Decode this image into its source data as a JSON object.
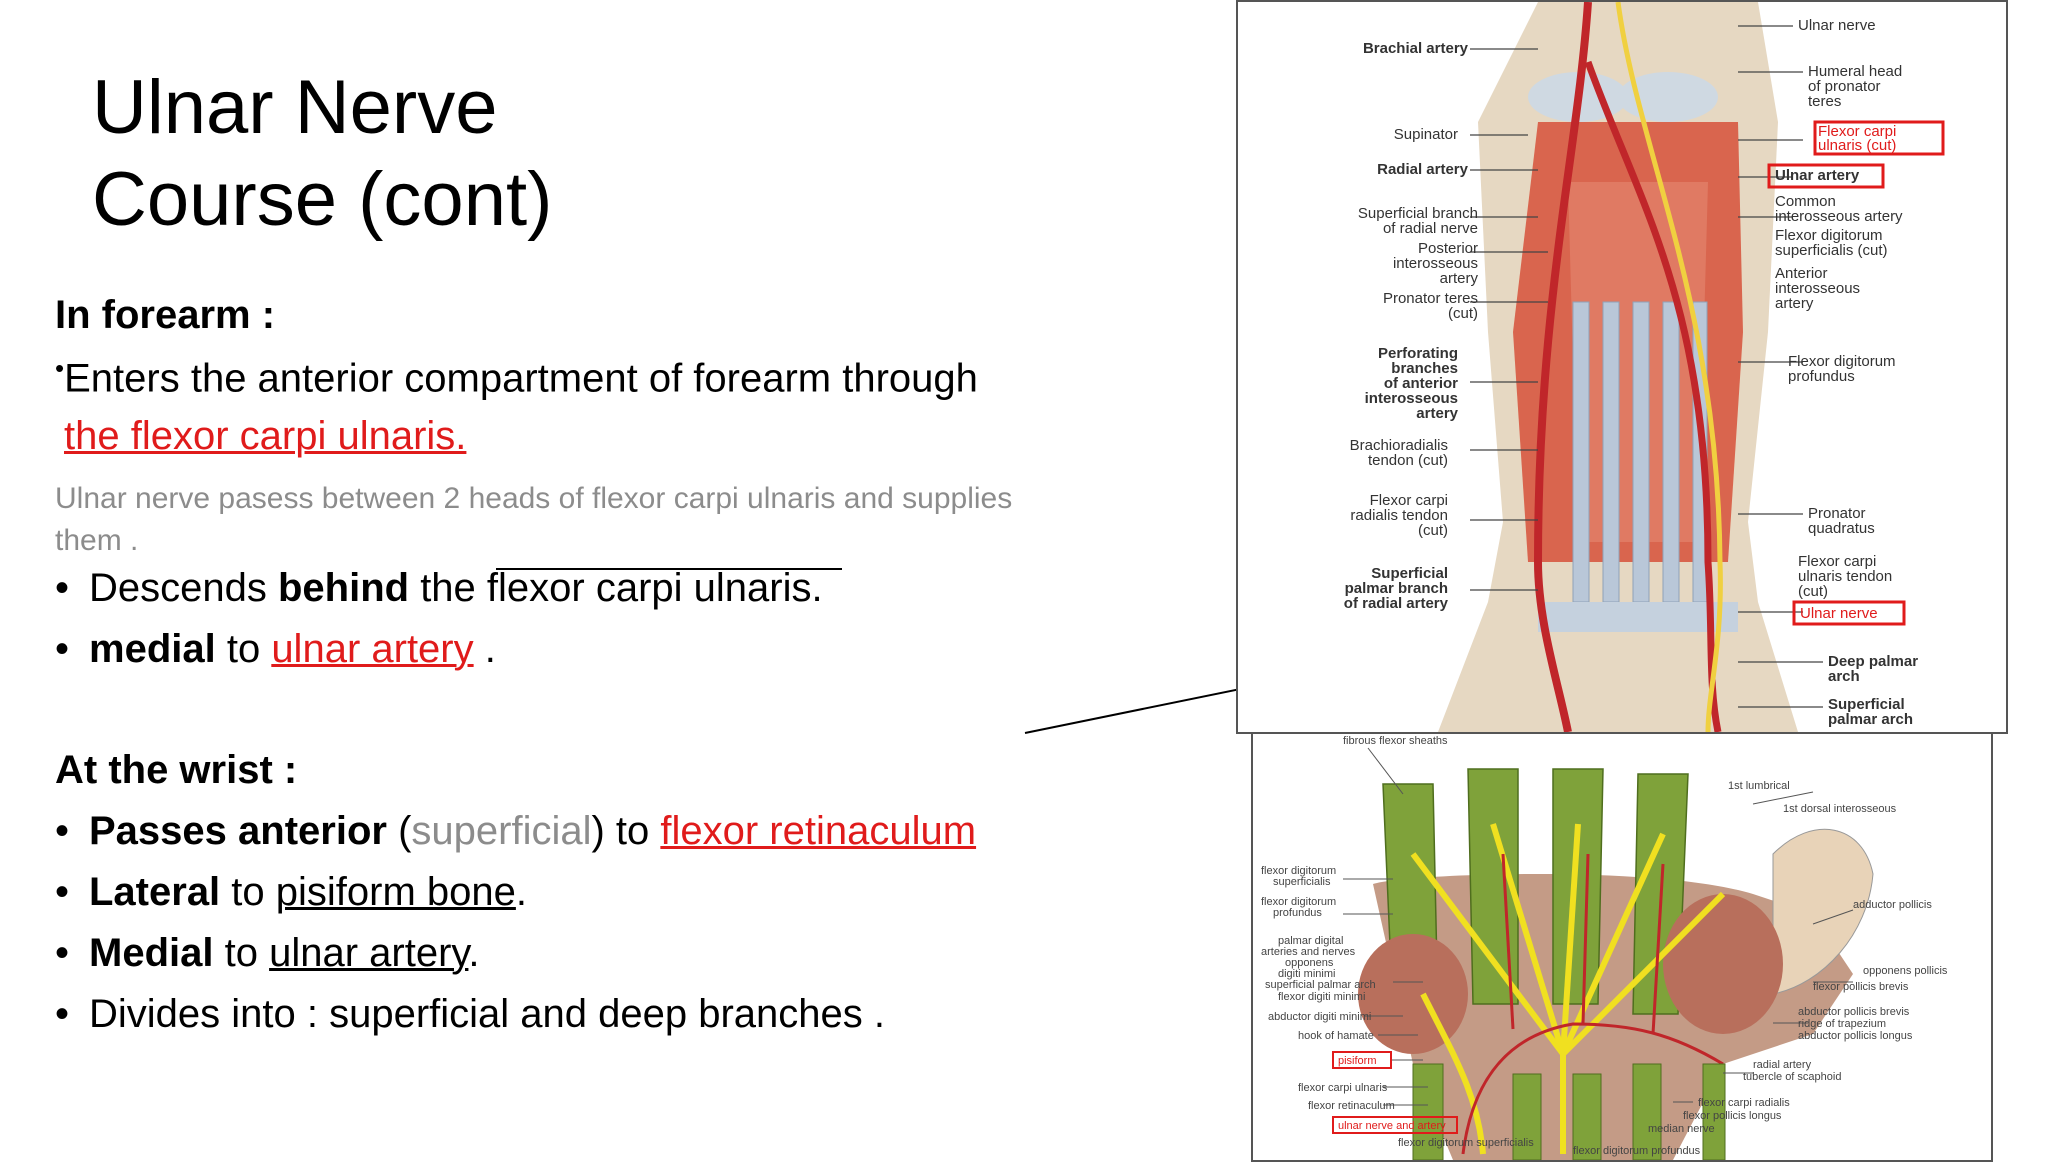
{
  "title": {
    "line1": "Ulnar Nerve",
    "line2": "Course (cont)"
  },
  "forearm": {
    "heading": "In forearm :",
    "b1_text": "Enters the anterior compartment of forearm through",
    "b1_link": "the flexor carpi ulnaris.",
    "note": "Ulnar nerve pasess between 2 heads of flexor carpi ulnaris and supplies them .",
    "b2_pre": "Descends ",
    "b2_bold": "behind",
    "b2_post": " the flexor carpi ulnaris.",
    "b3_bold": "medial",
    "b3_mid": " to ",
    "b3_link": "ulnar artery",
    "b3_end": " ."
  },
  "wrist": {
    "heading": "At the wrist :",
    "b1_bold": "Passes anterior",
    "b1_open": " (",
    "b1_gray": "superficial",
    "b1_close": ") to ",
    "b1_link": "flexor retinaculum",
    "b2_bold": "Lateral",
    "b2_mid": " to ",
    "b2_ul": "pisiform bone",
    "b2_end": ".",
    "b3_bold": "Medial",
    "b3_mid": " to ",
    "b3_ul": "ulnar artery",
    "b3_end": ".",
    "b4_text": "Divides into : superficial and deep branches ."
  },
  "fig1_labels_left": [
    "Brachial artery",
    "Supinator",
    "Radial artery",
    "Superficial branch",
    "of radial nerve",
    "Posterior",
    "interosseous",
    "artery",
    "Pronator teres",
    "(cut)",
    "Perforating",
    "branches",
    "of anterior",
    "interosseous",
    "artery",
    "Brachioradialis",
    "tendon (cut)",
    "Flexor carpi",
    "radialis tendon",
    "(cut)",
    "Superficial",
    "palmar branch",
    "of radial artery"
  ],
  "fig1_labels_right": [
    "Ulnar nerve",
    "Humeral head",
    "of pronator",
    "teres",
    "Flexor carpi",
    "ulnaris (cut)",
    "Ulnar artery",
    "Common",
    "interosseous artery",
    "Flexor digitorum",
    "superficialis (cut)",
    "Anterior",
    "interosseous",
    "artery",
    "Flexor digitorum",
    "profundus",
    "Pronator",
    "quadratus",
    "Flexor carpi",
    "ulnaris tendon",
    "(cut)",
    "Ulnar nerve",
    "Deep palmar",
    "arch",
    "Superficial",
    "palmar arch"
  ],
  "fig2_labels_left": [
    "fibrous flexor sheaths",
    "flexor digitorum",
    "superficialis",
    "flexor digitorum",
    "profundus",
    "palmar digital",
    "arteries and nerves",
    "opponens",
    "digiti minimi",
    "superficial palmar arch",
    "flexor digiti minimi",
    "abductor digiti minimi",
    "hook of hamate",
    "pisiform",
    "flexor carpi ulnaris",
    "flexor retinaculum",
    "ulnar nerve and artery",
    "flexor digitorum superficialis"
  ],
  "fig2_labels_right": [
    "1st lumbrical",
    "1st dorsal interosseous",
    "adductor pollicis",
    "opponens pollicis",
    "flexor pollicis brevis",
    "abductor pollicis brevis",
    "ridge of trapezium",
    "abductor pollicis longus",
    "radial artery",
    "tubercle of scaphoid",
    "flexor carpi radialis",
    "flexor pollicis longus",
    "median nerve",
    "flexor digitorum profundus"
  ],
  "colors": {
    "red": "#e01b1b",
    "gray": "#8c8c8c",
    "muscle": "#d9654e",
    "tendon": "#b9c7d8",
    "green": "#7fa23a",
    "nerve": "#f0e020"
  }
}
